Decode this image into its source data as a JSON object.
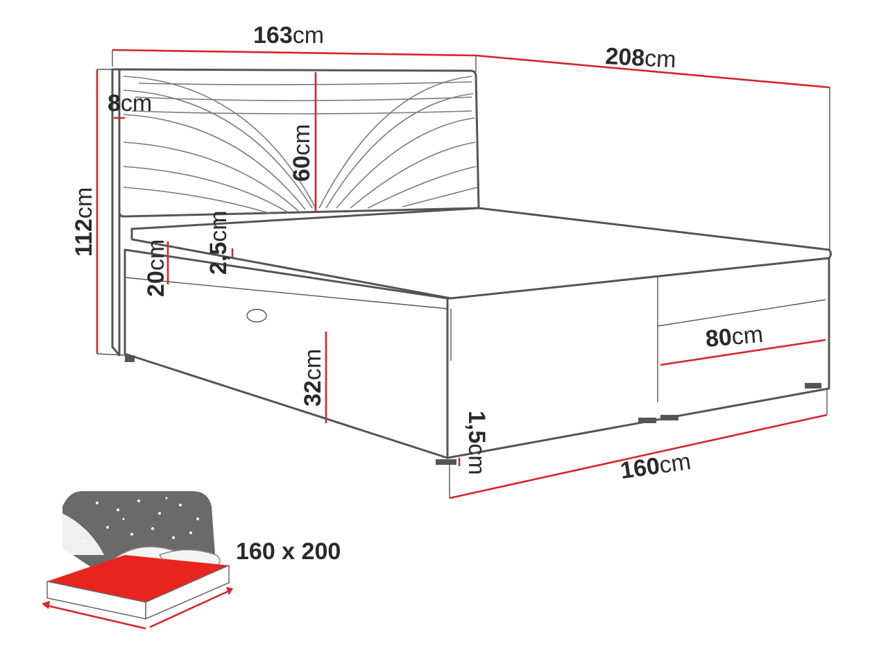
{
  "dimensions": {
    "width_total": {
      "value": "163",
      "unit": "cm"
    },
    "length_total": {
      "value": "208",
      "unit": "cm"
    },
    "headboard_thickness": {
      "value": "8",
      "unit": "cm"
    },
    "headboard_panel_height": {
      "value": "60",
      "unit": "cm"
    },
    "height_total": {
      "value": "112",
      "unit": "cm"
    },
    "topper_thickness": {
      "value": "2,5",
      "unit": "cm"
    },
    "mattress_height": {
      "value": "20",
      "unit": "cm"
    },
    "base_height": {
      "value": "32",
      "unit": "cm"
    },
    "leg_height": {
      "value": "1,5",
      "unit": "cm"
    },
    "mattress_width": {
      "value": "160",
      "unit": "cm"
    },
    "half_width": {
      "value": "80",
      "unit": "cm"
    }
  },
  "sleeping_area": {
    "label": "160 x 200"
  },
  "colors": {
    "dimension_line": "#d8232a",
    "outline": "#555555",
    "mattress_icon": "#e8241f",
    "icon_gray": "#6a6a6a"
  }
}
